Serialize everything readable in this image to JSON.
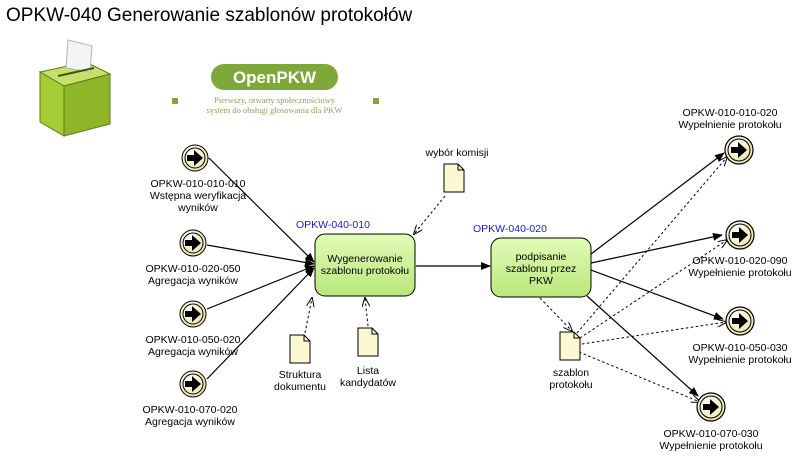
{
  "title": "OPKW-040 Generowanie szablonów protokołów",
  "logo": {
    "name": "OpenPKW",
    "tagline_line1": "Pierwszy, otwarty społecznościowy",
    "tagline_line2": "system do obsługi głosowania dla PKW"
  },
  "inputs": [
    {
      "line1": "OPKW-010-010-010",
      "line2": "Wstępna weryfikacja",
      "line3": "wyników"
    },
    {
      "line1": "OPKW-010-020-050",
      "line2": "Agregacja wyników"
    },
    {
      "line1": "OPKW-010-050-020",
      "line2": "Agregacja wyników"
    },
    {
      "line1": "OPKW-010-070-020",
      "line2": "Agregacja wyników"
    }
  ],
  "tasks": [
    {
      "id": "OPKW-040-010",
      "line1": "Wygenerowanie",
      "line2": "szablonu protokołu"
    },
    {
      "id": "OPKW-040-020",
      "line1": "podpisanie",
      "line2": "szablonu przez",
      "line3": "PKW"
    }
  ],
  "documents": [
    {
      "line1": "wybór komisji"
    },
    {
      "line1": "Struktura",
      "line2": "dokumentu"
    },
    {
      "line1": "Lista",
      "line2": "kandydatów"
    },
    {
      "line1": "szablon",
      "line2": "protokołu"
    }
  ],
  "outputs": [
    {
      "line1": "OPKW-010-010-020",
      "line2": "Wypełnienie protokołu"
    },
    {
      "line1": "OPKW-010-020-090",
      "line2": "Wypełnienie protokołu"
    },
    {
      "line1": "OPKW-010-050-030",
      "line2": "Wypełnienie protokołu"
    },
    {
      "line1": "OPKW-010-070-030",
      "line2": "Wypełnienie protokołu"
    }
  ],
  "colors": {
    "task_fill": "#c8f08c",
    "task_stroke": "#6e8f3a",
    "event_fill": "#f4f0c0",
    "doc_fill": "#fbf8d2",
    "link_blue": "#1a1ad0",
    "logo_green": "#7fa83a"
  },
  "icons": {
    "event": "arrow-right-circle-icon",
    "document": "document-icon",
    "ballot_box": "ballot-box-icon"
  }
}
